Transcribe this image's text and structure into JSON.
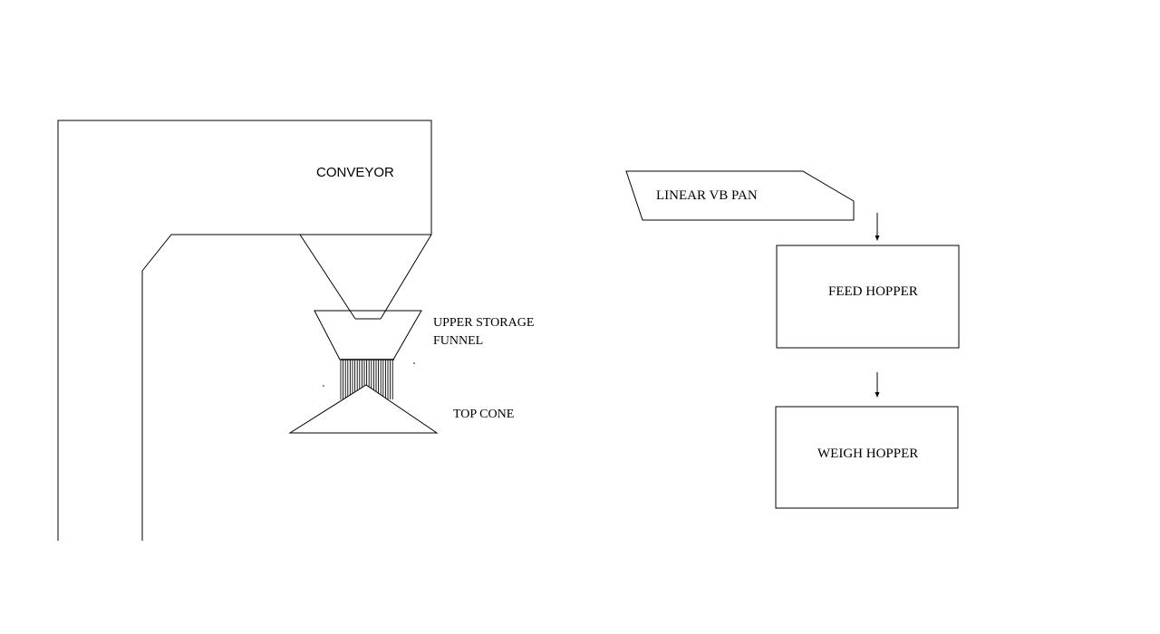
{
  "labels": {
    "conveyor": "CONVEYOR",
    "upper_storage_line1": "UPPER STORAGE",
    "upper_storage_line2": "FUNNEL",
    "top_cone": "TOP CONE",
    "linear_vb_pan": "LINEAR VB PAN",
    "feed_hopper": "FEED HOPPER",
    "weigh_hopper": "WEIGH HOPPER"
  },
  "colors": {
    "line": "#000000",
    "background": "#ffffff"
  }
}
